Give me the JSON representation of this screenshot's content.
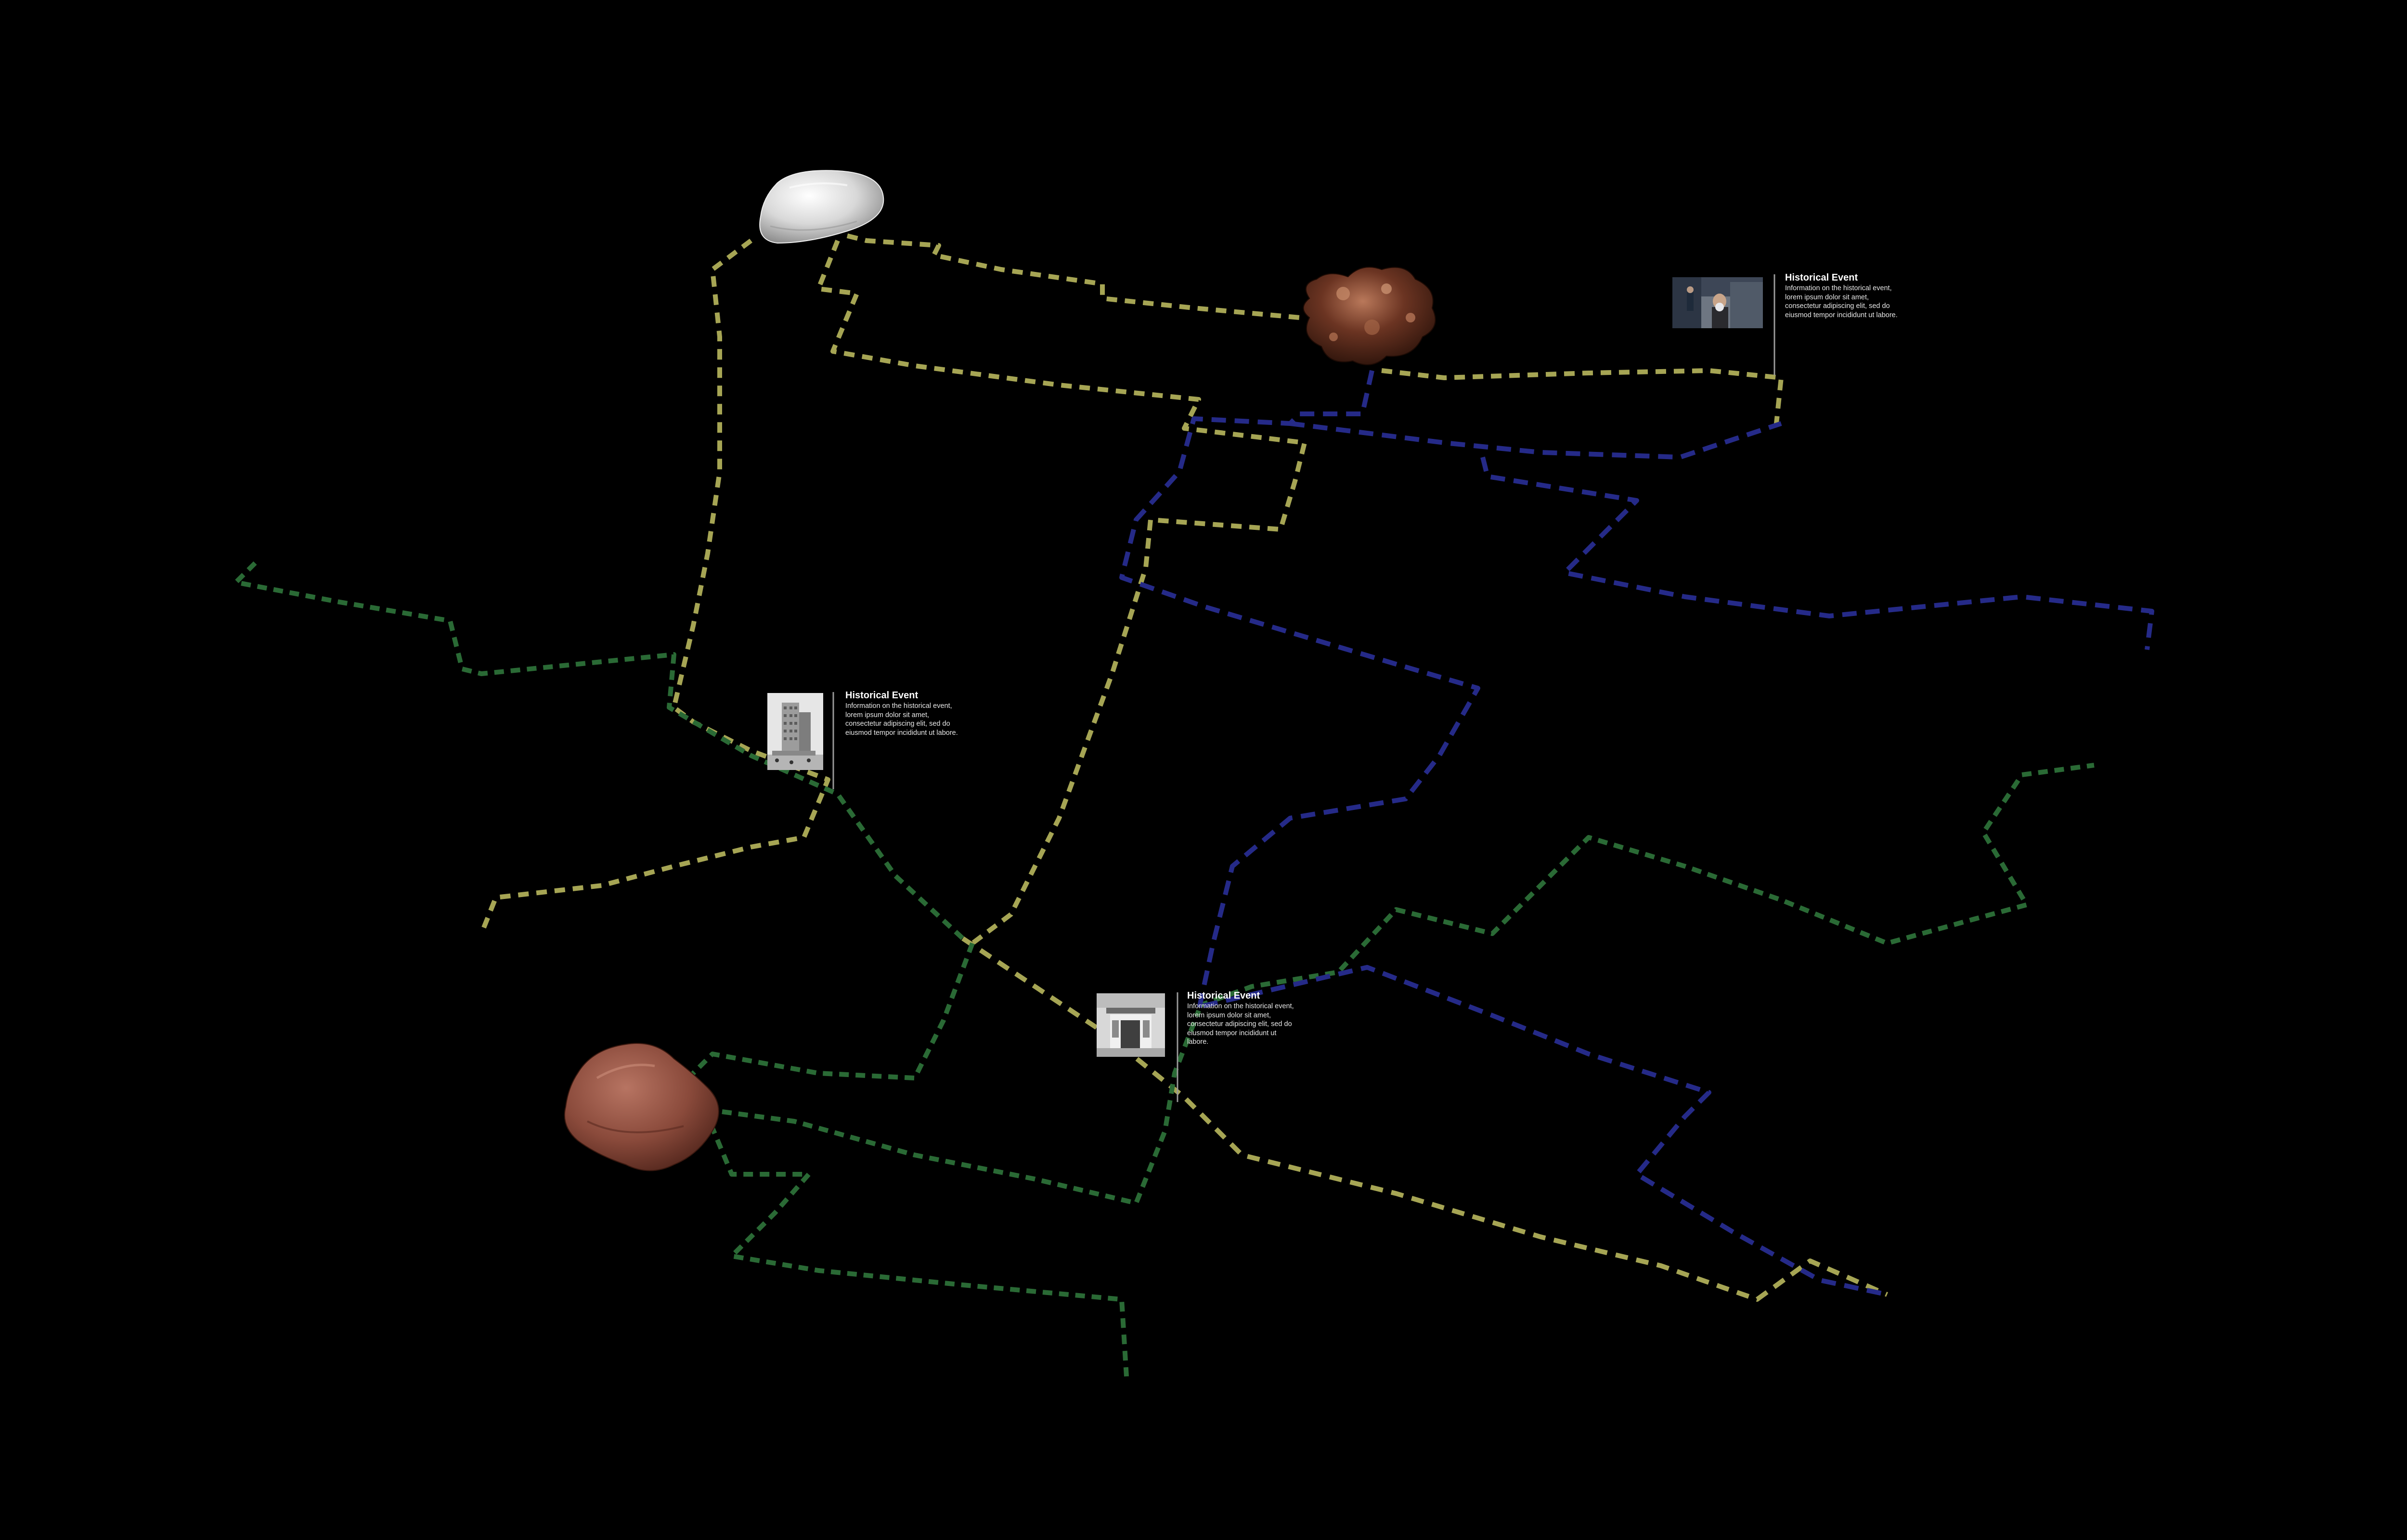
{
  "colors": {
    "background": "#000000",
    "route_olive": "#a6a554",
    "route_green": "#2a6a35",
    "route_blue": "#252a88",
    "card_text": "#ffffff",
    "divider": "#9a9a9a"
  },
  "events": [
    {
      "title": "Historical Event",
      "description": "Information on the historical event, lorem ipsum dolor sit amet, consectetur adipiscing elit, sed do eiusmod tempor incididunt ut labore.",
      "photo": "street-photo-icon"
    },
    {
      "title": "Historical Event",
      "description": "Information on the historical event, lorem ipsum dolor sit amet, consectetur adipiscing elit, sed do eiusmod tempor incididunt ut labore.",
      "photo": "tower-building-photo-icon"
    },
    {
      "title": "Historical Event",
      "description": "Information on the historical event, lorem ipsum dolor sit amet, consectetur adipiscing elit, sed do eiusmod tempor incididunt ut labore.",
      "photo": "storefront-photo-icon"
    }
  ],
  "rocks": [
    {
      "name": "white-quartz-rock-icon",
      "color": "#d9d9d9"
    },
    {
      "name": "copper-nugget-rock-icon",
      "color": "#5a2c1c"
    },
    {
      "name": "brown-jasper-rock-icon",
      "color": "#8a4a3a"
    }
  ]
}
